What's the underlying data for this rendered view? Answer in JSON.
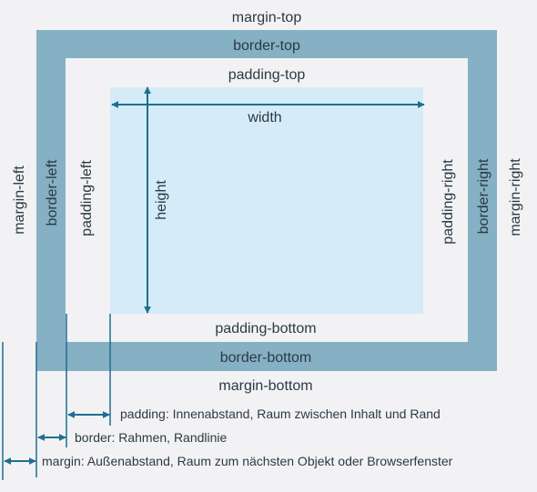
{
  "labels": {
    "margin_top": "margin-top",
    "border_top": "border-top",
    "padding_top": "padding-top",
    "width": "width",
    "height": "height",
    "margin_left": "margin-left",
    "border_left": "border-left",
    "padding_left": "padding-left",
    "padding_right": "padding-right",
    "border_right": "border-right",
    "margin_right": "margin-right",
    "padding_bottom": "padding-bottom",
    "border_bottom": "border-bottom",
    "margin_bottom": "margin-bottom"
  },
  "legend": {
    "padding": "padding: Innenabstand, Raum zwischen Inhalt und Rand",
    "border": "border: Rahmen, Randlinie",
    "margin": "margin: Außenabstand, Raum zum nächsten Objekt oder Browserfenster"
  },
  "colors": {
    "background": "#f2f2f4",
    "border_band": "#86b0c4",
    "padding_area": "#f2f2f4",
    "content_area": "#d5ebf7",
    "arrow": "#1e6f8e",
    "text": "#2a3a44"
  }
}
